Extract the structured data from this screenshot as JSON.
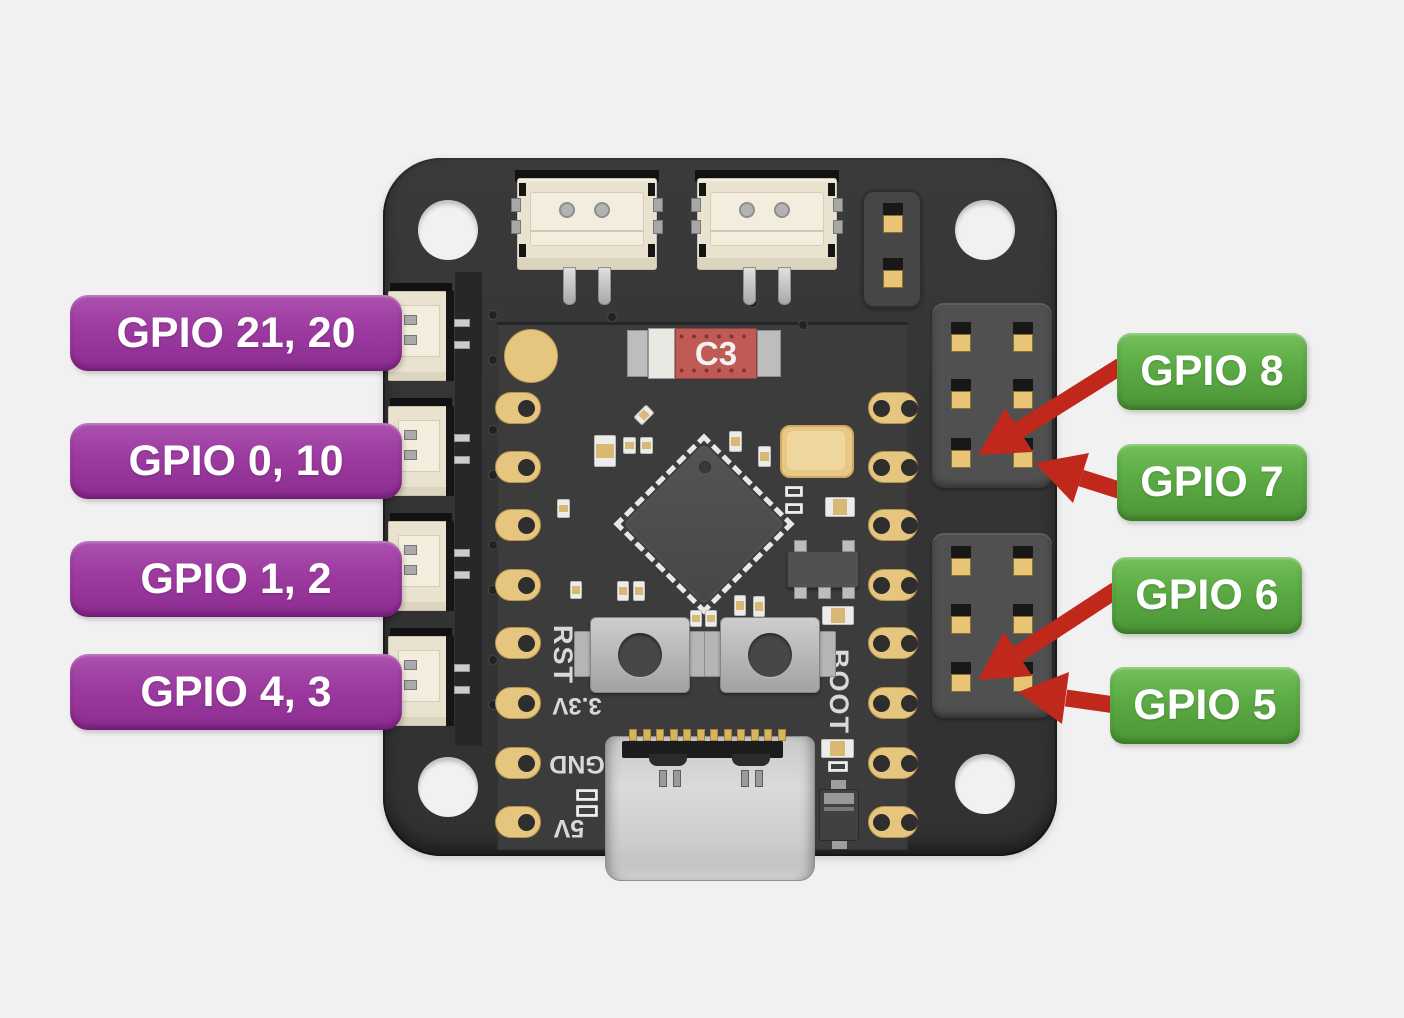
{
  "callouts": {
    "left": [
      "GPIO 21, 20",
      "GPIO 0, 10",
      "GPIO 1, 2",
      "GPIO 4, 3"
    ],
    "right": [
      "GPIO 8",
      "GPIO 7",
      "GPIO 6",
      "GPIO 5"
    ]
  },
  "silkscreen": {
    "reset": "RST",
    "boot": "BOOT",
    "v33": "3.3V",
    "gnd": "GND",
    "v5": "5V",
    "chip_marking": "C3"
  },
  "colors": {
    "background": "#F1F1F1",
    "board": "#353535",
    "left_callout": "#9C3AA0",
    "right_callout": "#57A844",
    "arrow": "#C1281C",
    "pad_gold": "#E6C57E",
    "connector_cream": "#E9E2CF",
    "silkscreen_text": "#D9D9D9"
  }
}
